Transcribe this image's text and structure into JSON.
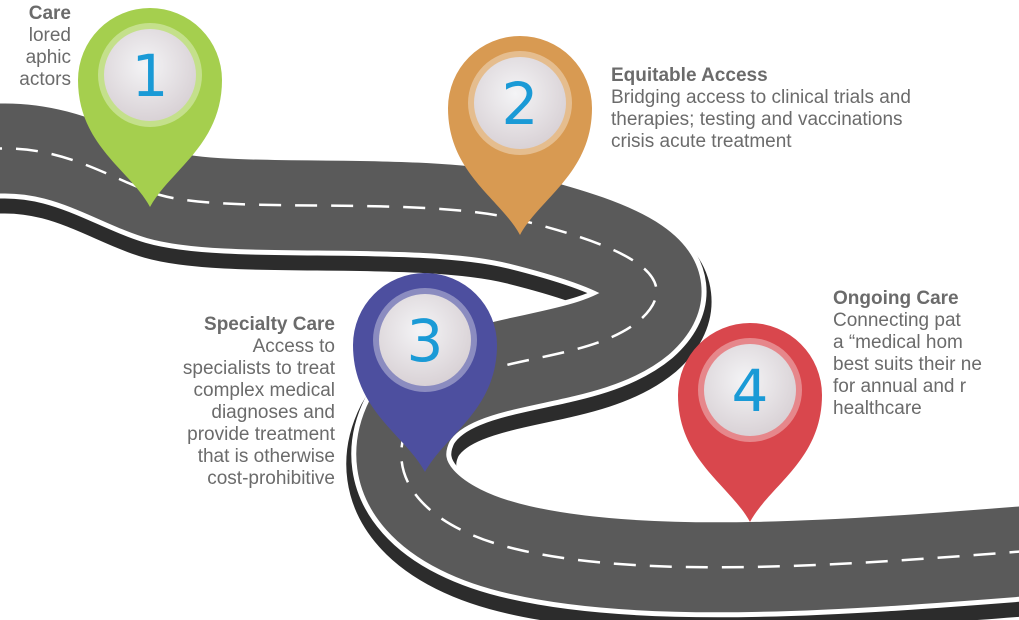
{
  "steps": [
    {
      "number": "1",
      "title": "Care",
      "lines": [
        "lored",
        "aphic",
        "actors"
      ],
      "color": "#a5cf4e"
    },
    {
      "number": "2",
      "title": "Equitable Access",
      "lines": [
        "Bridging access to clinical trials and",
        "therapies; testing and vaccinations",
        "crisis acute treatment"
      ],
      "color": "#d89a52"
    },
    {
      "number": "3",
      "title": "Specialty Care",
      "lines": [
        "Access to",
        "specialists to treat",
        "complex medical",
        "diagnoses and",
        "provide treatment",
        "that is otherwise",
        "cost-prohibitive"
      ],
      "color": "#4d4f9f"
    },
    {
      "number": "4",
      "title": "Ongoing Care",
      "lines": [
        "Connecting pat",
        "a “medical hom",
        "best suits their ne",
        "for annual and r",
        "healthcare"
      ],
      "color": "#d9474d"
    }
  ],
  "road_color": "#555555"
}
